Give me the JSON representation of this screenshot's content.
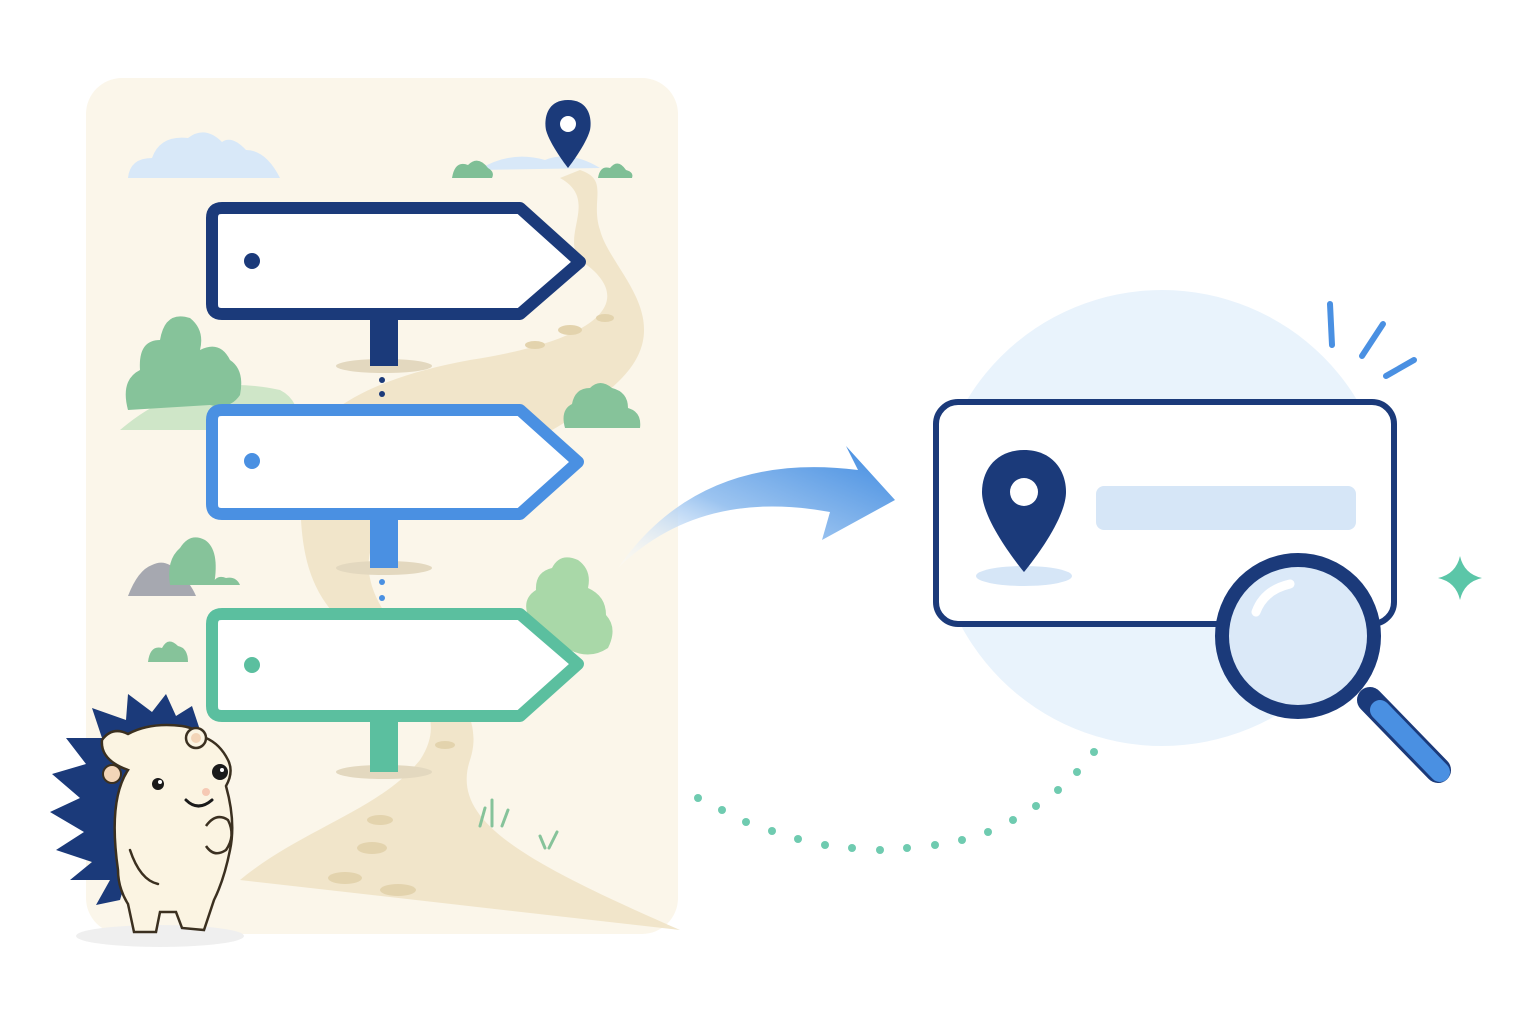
{
  "palette": {
    "navy": "#1b3a7a",
    "blue": "#4a90e2",
    "teal": "#5bbf9f",
    "panel_bg": "#fbf6ea",
    "path": "#efe3c6",
    "bush_green": "#86c39a",
    "light_blue_circle": "#e9f3fc",
    "search_bar": "#d6e6f7",
    "sparkle": "#5bc6a8"
  },
  "illustration": {
    "left_panel": {
      "signs": [
        {
          "color": "navy",
          "direction": "right"
        },
        {
          "color": "blue",
          "direction": "right"
        },
        {
          "color": "teal",
          "direction": "right"
        }
      ],
      "destination_pin": "location-pin-icon",
      "mascot": "hedgehog"
    },
    "transition_arrow": "curved-arrow-icon",
    "right_card": {
      "pin": "location-pin-icon",
      "search_field": "search-bar-placeholder",
      "magnifier": "magnifying-glass-icon"
    }
  }
}
